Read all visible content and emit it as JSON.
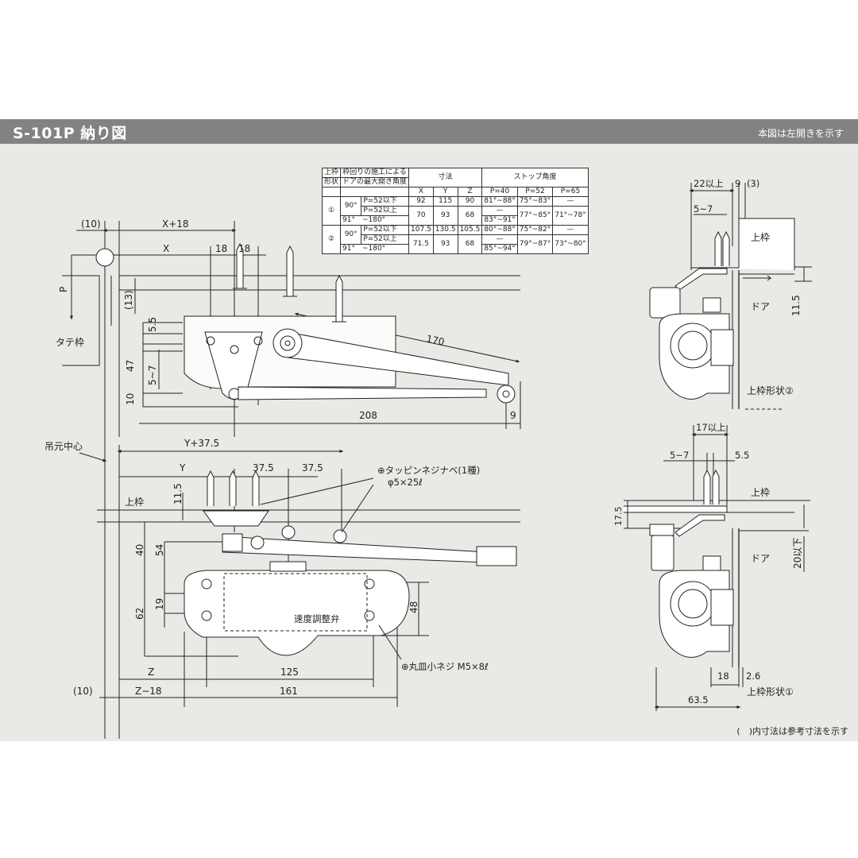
{
  "header": {
    "title": "S-101P 納り図",
    "note": "本図は左開きを示す"
  },
  "footnote": "(　)内寸法は参考寸法を示す",
  "table": {
    "h_shape": [
      "上枠",
      "形状"
    ],
    "h_angle": [
      "枠回りの施工による",
      "ドアの最大開き角度"
    ],
    "h_dims": "寸法",
    "h_stop": "ストップ角度",
    "sub_xyz": [
      "X",
      "Y",
      "Z"
    ],
    "sub_p": [
      "P=40",
      "P=52",
      "P=65"
    ],
    "row1": {
      "shape": "①",
      "a1": "90°",
      "c1": "P=52以下",
      "x1": "92",
      "y1": "115",
      "z1": "90",
      "p40_1": "81°~88°",
      "p52_1": "75°~83°",
      "p65_1": "—",
      "c2": "P=52以上",
      "x2": "70",
      "y2": "93",
      "z2": "68",
      "p40_2": "—",
      "p52_2": "77°~85°",
      "p65_2": "71°~78°",
      "a3": "91°　~180°",
      "p40_3": "83°~91°"
    },
    "row2": {
      "shape": "②",
      "a1": "90°",
      "c1": "P=52以下",
      "x1": "107.5",
      "y1": "130.5",
      "z1": "105.5",
      "p40_1": "80°~88°",
      "p52_1": "75°~82°",
      "p65_1": "—",
      "c2": "P=52以上",
      "x2": "71.5",
      "y2": "93",
      "z2": "68",
      "p40_2": "—",
      "p52_2": "79°~87°",
      "p65_2": "73°~80°",
      "a3": "91°　~180°",
      "p40_3": "85°~94°"
    }
  },
  "top_view": {
    "d10": "(10)",
    "dx18": "X+18",
    "dx": "X",
    "d18a": "18",
    "d18b": "18",
    "p": "P",
    "d13": "(13)",
    "d55": "5.5",
    "d47": "47",
    "d57": "5~7",
    "d10v": "10",
    "d170": "170",
    "d208": "208",
    "d9": "9",
    "tate": "タテ枠"
  },
  "front_view": {
    "center": "吊元中心",
    "dy375": "Y+37.5",
    "dy": "Y",
    "d375a": "37.5",
    "d375b": "37.5",
    "screw1": "⊕タッピンネジナベ(1種)",
    "screw1b": "φ5×25ℓ",
    "uwaku": "上枠",
    "d115": "11.5",
    "d40": "40",
    "d54": "54",
    "d62": "62",
    "d19": "19",
    "d48": "48",
    "valve": "速度調整弁",
    "screw2": "⊕丸皿小ネジ M5×8ℓ",
    "dz": "Z",
    "d125": "125",
    "dz18": "Z−18",
    "d161": "161",
    "d10b": "(10)"
  },
  "side2": {
    "d22": "22以上",
    "d9": "9",
    "d3": "(3)",
    "d57": "5~7",
    "uwaku": "上枠",
    "door": "ドア",
    "d115": "11.5",
    "caption": "上枠形状②"
  },
  "side1": {
    "d17": "17以上",
    "d57": "5~7",
    "d55": "5.5",
    "uwaku": "上枠",
    "d175": "17.5",
    "door": "ドア",
    "d20": "20以下",
    "d18": "18",
    "d26": "2.6",
    "d635": "63.5",
    "caption": "上枠形状①"
  }
}
